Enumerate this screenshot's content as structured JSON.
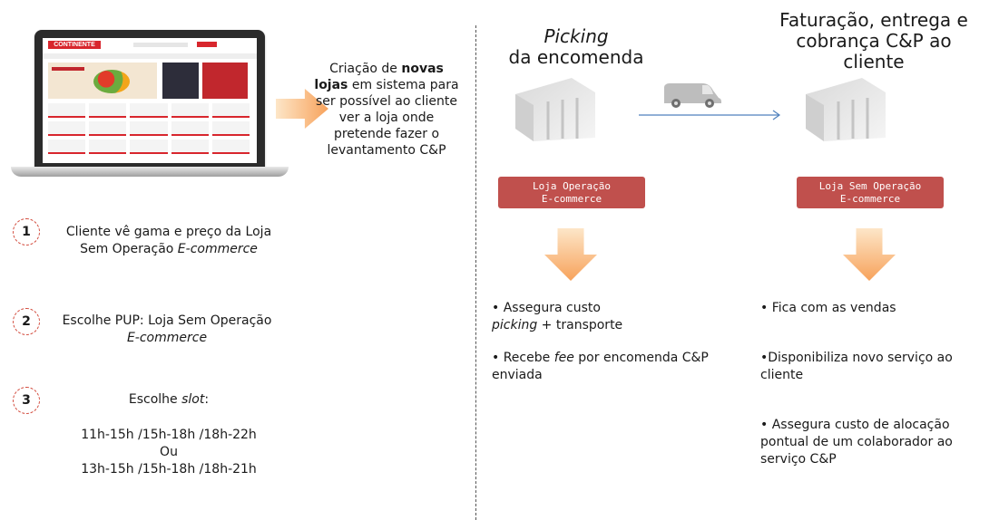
{
  "laptop": {
    "site_logo": "CONTINENTE"
  },
  "creation": {
    "pre": "Criação de ",
    "bold": "novas lojas",
    "post": " em sistema para ser possível ao cliente ver a loja onde pretende fazer o levantamento C&P"
  },
  "steps": [
    {
      "num": "1",
      "line1_pre": "Cliente vê gama e preço da Loja",
      "line2_pre": "Sem Operação ",
      "line2_em": "E-commerce"
    },
    {
      "num": "2",
      "line1_pre": "Escolhe PUP: Loja Sem Operação",
      "line2_em": "E-commerce"
    },
    {
      "num": "3",
      "label_pre": "Escolhe ",
      "label_em": "slot",
      "label_post": ":",
      "slot_row_1": "11h-15h /15h-18h /18h-22h",
      "or": "Ou",
      "slot_row_2": "13h-15h /15h-18h /18h-21h"
    }
  ],
  "picking": {
    "title_em": "Picking",
    "title_rest": "da encomenda",
    "store_line1": "Loja Operação",
    "store_line2": "E-commerce",
    "bullet1_pre": "• Assegura custo",
    "bullet1_em": "picking",
    "bullet1_post": " + transporte",
    "bullet2_pre": "• Recebe ",
    "bullet2_em": "fee",
    "bullet2_post": " por encomenda C&P enviada"
  },
  "delivery": {
    "title_line1": "Faturação, entrega e",
    "title_line2": "cobrança C&P ao",
    "title_line3": "cliente",
    "store_line1": "Loja Sem Operação",
    "store_line2": "E-commerce",
    "bullet1": "• Fica com as vendas",
    "bullet2": "•Disponibiliza novo serviço ao cliente",
    "bullet3": "• Assegura custo de alocação pontual de um colaborador ao serviço C&P"
  },
  "colors": {
    "accent_red": "#c0504d",
    "arrow_orange": "#f7a25b",
    "connector_blue": "#4f81bd"
  }
}
